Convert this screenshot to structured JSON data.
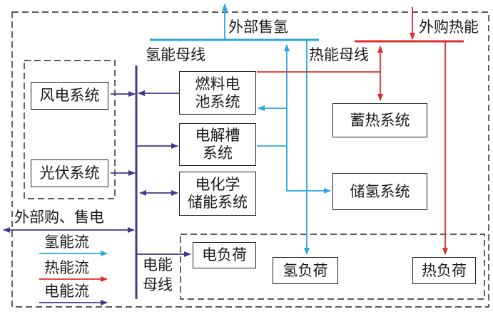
{
  "colors": {
    "hydrogen": "#2aa7dc",
    "heat": "#e02c2c",
    "power": "#3f3a8c",
    "frame": "#222222"
  },
  "buses": {
    "hydrogen": "氢能母线",
    "heat": "热能母线",
    "power_line1": "电能",
    "power_line2": "母线"
  },
  "external": {
    "sell_hydrogen": "外部售氢",
    "buy_heat": "外购热能",
    "buy_sell_power": "外部购、售电"
  },
  "systems": {
    "wind": "风电系统",
    "pv": "光伏系统",
    "fuel_cell_line1": "燃料电",
    "fuel_cell_line2": "池系统",
    "electrolyzer_line1": "电解槽",
    "electrolyzer_line2": "系统",
    "battery_line1": "电化学",
    "battery_line2": "储能系统",
    "heat_storage": "蓄热系统",
    "h2_storage": "储氢系统"
  },
  "loads": {
    "electric": "电负荷",
    "hydrogen": "氢负荷",
    "heat": "热负荷"
  },
  "legend": {
    "hydrogen_flow": "氢能流",
    "heat_flow": "热能流",
    "power_flow": "电能流"
  }
}
